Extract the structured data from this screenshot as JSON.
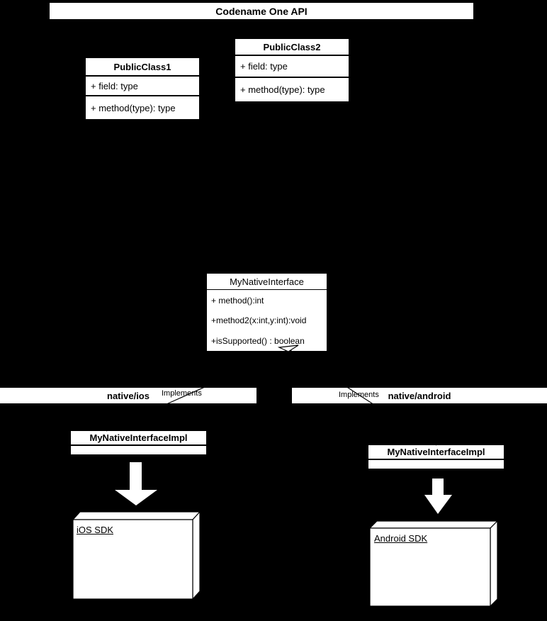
{
  "colors": {
    "background": "#000000",
    "node_fill": "#ffffff",
    "line": "#000000",
    "text": "#000000"
  },
  "header": {
    "label": "Codename One API"
  },
  "classes": [
    {
      "title": "PublicClass1",
      "members": [
        "+ field: type",
        "+ method(type): type"
      ]
    },
    {
      "title": "PublicClass2",
      "members": [
        "+ field: type",
        "+ method(type): type"
      ]
    }
  ],
  "interface": {
    "title": "MyNativeInterface",
    "methods": [
      "+ method():int",
      "+method2(x:int,y:int):void",
      "+isSupported() : boolean"
    ]
  },
  "platforms": [
    {
      "package": "native/ios",
      "connector_label": "Implements",
      "impl_class": "MyNativeInterfaceImpl",
      "sdk": "iOS SDK"
    },
    {
      "package": "native/android",
      "connector_label": "Implements",
      "impl_class": "MyNativeInterfaceImpl",
      "sdk": "Android SDK"
    }
  ]
}
